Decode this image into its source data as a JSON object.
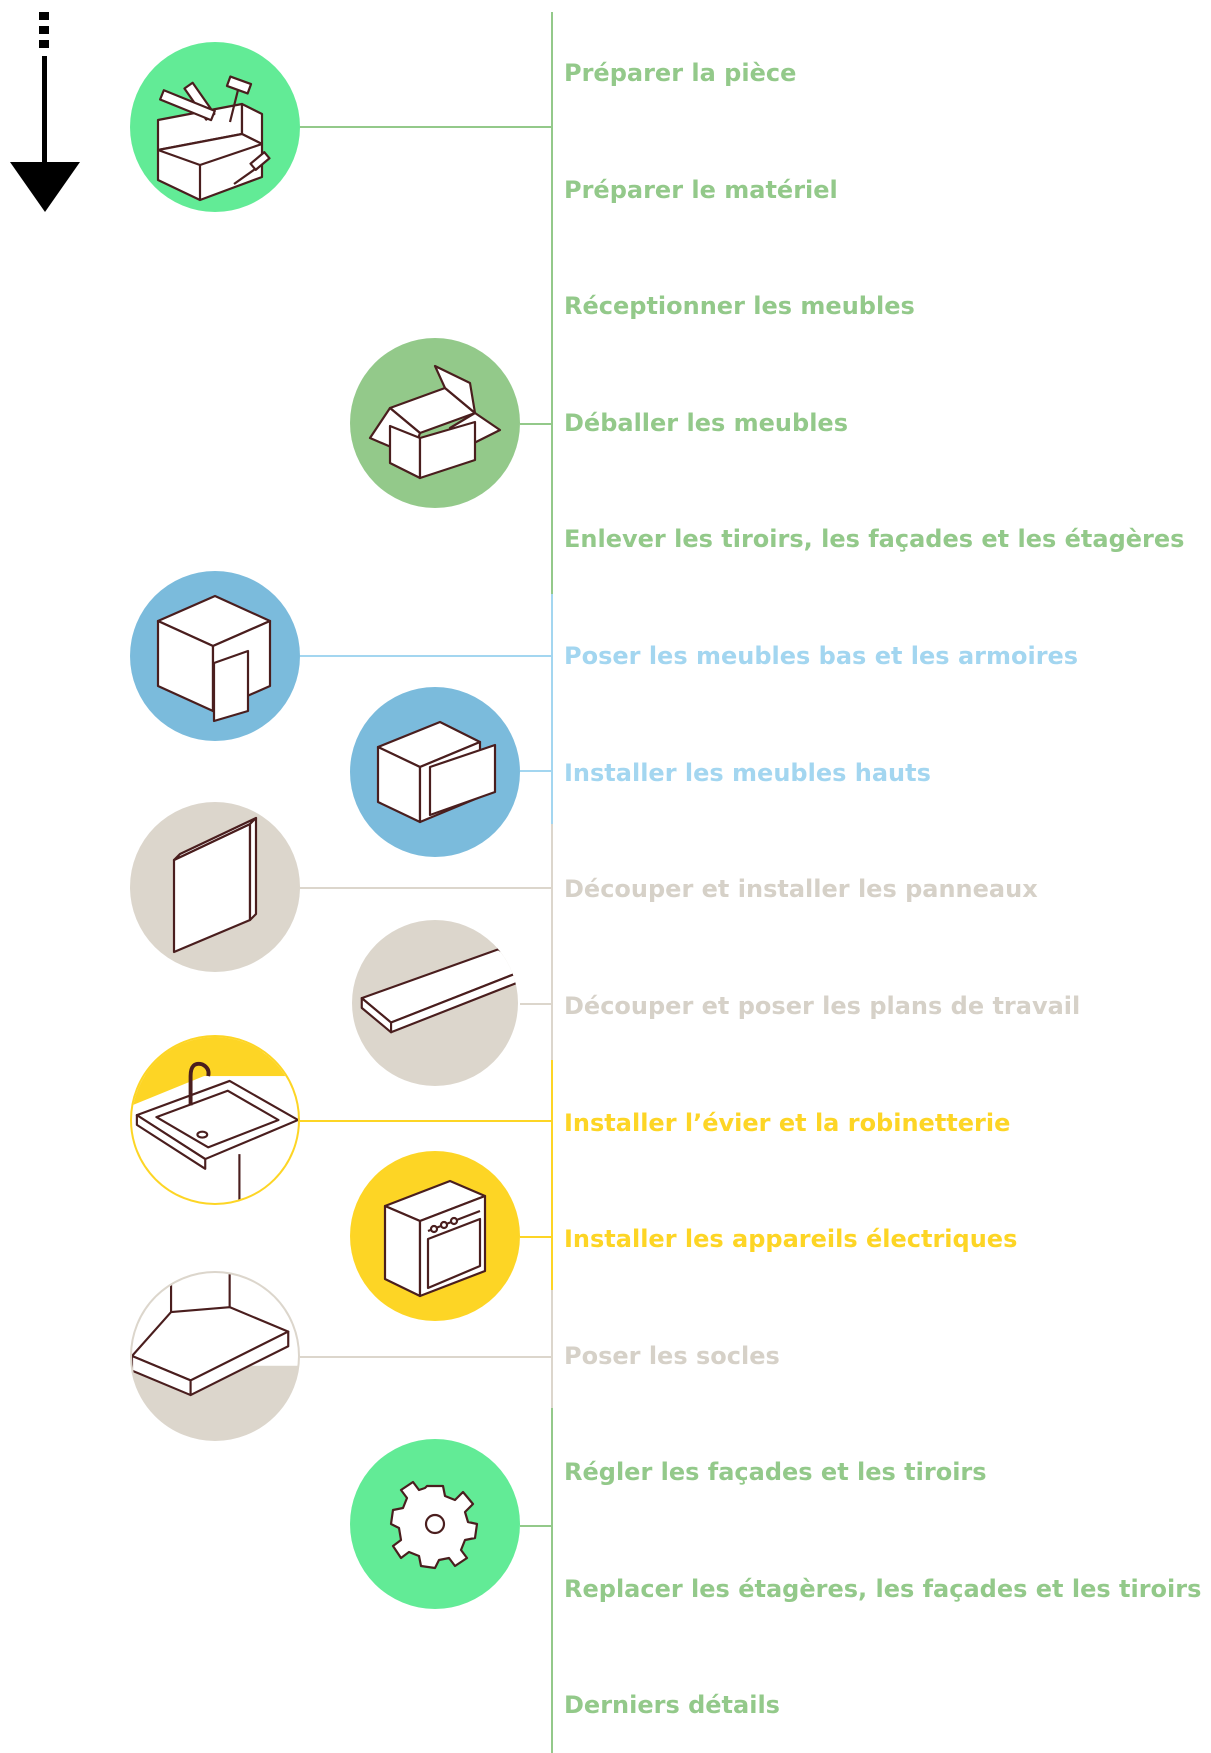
{
  "colors": {
    "green_light": "#93C98A",
    "green_bright": "#62EB96",
    "green_mid": "#93C98A",
    "blue": "#7BBBDC",
    "blue_text": "#A3D6F0",
    "beige": "#DCD6CC",
    "beige_text": "#D6D1C8",
    "yellow": "#FDD525",
    "ink": "#4A1E1E",
    "black": "#000000"
  },
  "steps": [
    {
      "label": "Préparer la pièce",
      "color": "#93C98A"
    },
    {
      "label": "Préparer le matériel",
      "color": "#93C98A"
    },
    {
      "label": "Réceptionner les meubles",
      "color": "#93C98A"
    },
    {
      "label": "Déballer les meubles",
      "color": "#93C98A"
    },
    {
      "label": "Enlever les tiroirs, les façades et les étagères",
      "color": "#93C98A"
    },
    {
      "label": "Poser les meubles bas et les armoires",
      "color": "#A3D6F0"
    },
    {
      "label": "Installer les meubles hauts",
      "color": "#A3D6F0"
    },
    {
      "label": "Découper et installer les panneaux",
      "color": "#D6D1C8"
    },
    {
      "label": "Découper et poser les plans de travail",
      "color": "#D6D1C8"
    },
    {
      "label": "Installer l’évier et la robinetterie",
      "color": "#FDD525"
    },
    {
      "label": "Installer les appareils électriques",
      "color": "#FDD525"
    },
    {
      "label": "Poser les socles",
      "color": "#D6D1C8"
    },
    {
      "label": "Régler les façades et les tiroirs",
      "color": "#93C98A"
    },
    {
      "label": "Replacer les étagères, les façades et les tiroirs",
      "color": "#93C98A"
    },
    {
      "label": "Derniers détails",
      "color": "#93C98A"
    }
  ],
  "icons": [
    {
      "name": "toolbox-icon",
      "fill": "#62EB96"
    },
    {
      "name": "open-box-icon",
      "fill": "#93C98A"
    },
    {
      "name": "base-cabinet-icon",
      "fill": "#7BBBDC"
    },
    {
      "name": "wall-cabinet-icon",
      "fill": "#7BBBDC"
    },
    {
      "name": "panel-icon",
      "fill": "#DCD6CC"
    },
    {
      "name": "worktop-icon",
      "fill": "#DCD6CC"
    },
    {
      "name": "sink-faucet-icon",
      "fill": "#FDD525"
    },
    {
      "name": "oven-icon",
      "fill": "#FDD525"
    },
    {
      "name": "plinth-icon",
      "fill": "#DCD6CC"
    },
    {
      "name": "gear-icon",
      "fill": "#62EB96"
    }
  ]
}
